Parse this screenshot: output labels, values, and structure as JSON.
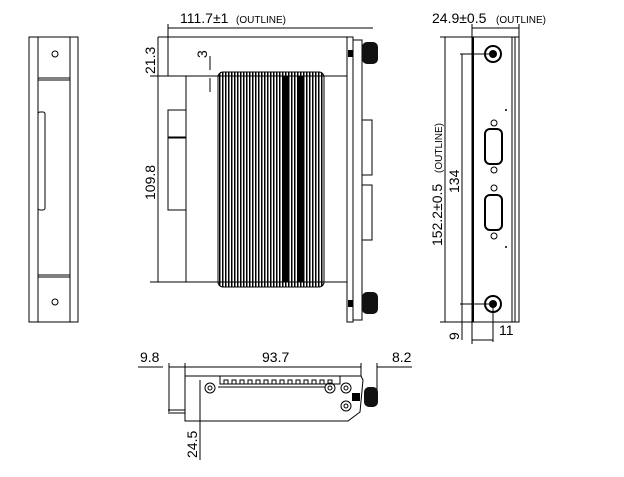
{
  "top_view": {
    "width_dim": "111.7±1",
    "width_note": "(OUTLINE)",
    "dim_top": "21.3",
    "dim_height": "109.8",
    "dim_fin": "3"
  },
  "side_view": {
    "width_dim": "24.9±0.5",
    "width_note": "(OUTLINE)",
    "height_dim": "152.2±0.5",
    "height_note": "(OUTLINE)",
    "screw_pitch": "134",
    "screw_offset_y": "9",
    "screw_offset_x": "11"
  },
  "bottom_view": {
    "dim_left": "9.8",
    "dim_main": "93.7",
    "dim_right": "8.2",
    "dim_height": "24.5"
  }
}
